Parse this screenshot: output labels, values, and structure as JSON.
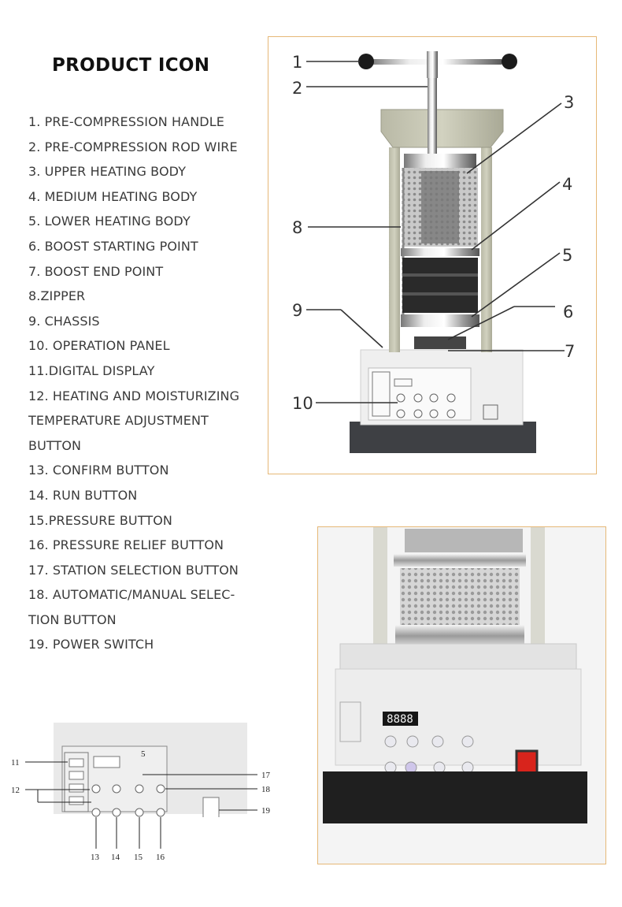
{
  "title": "PRODUCT ICON",
  "legend": [
    "1. PRE-COMPRESSION HANDLE",
    "2. PRE-COMPRESSION ROD WIRE",
    "3. UPPER HEATING BODY",
    "4. MEDIUM HEATING BODY",
    "5. LOWER HEATING BODY",
    "6. BOOST STARTING POINT",
    "7. BOOST END POINT",
    "8.ZIPPER",
    "9. CHASSIS",
    "10. OPERATION PANEL",
    "11.DIGITAL DISPLAY",
    "12. HEATING AND MOISTURIZING",
    "TEMPERATURE ADJUSTMENT",
    "BUTTON",
    "13. CONFIRM BUTTON",
    "14. RUN BUTTON",
    "15.PRESSURE BUTTON",
    "16. PRESSURE RELIEF BUTTON",
    "17. STATION SELECTION BUTTON",
    "18. AUTOMATIC/MANUAL SELEC-",
    "TION BUTTON",
    "19. POWER SWITCH"
  ],
  "photo_callouts": [
    "1",
    "2",
    "3",
    "4",
    "5",
    "6",
    "7",
    "8",
    "9",
    "10"
  ],
  "panel_callouts": [
    "11",
    "12",
    "13",
    "14",
    "15",
    "16",
    "17",
    "18",
    "19",
    "5"
  ],
  "display_digits": "8888",
  "colors": {
    "frame_border": "#e6b877",
    "switch_red": "#d8241c"
  }
}
